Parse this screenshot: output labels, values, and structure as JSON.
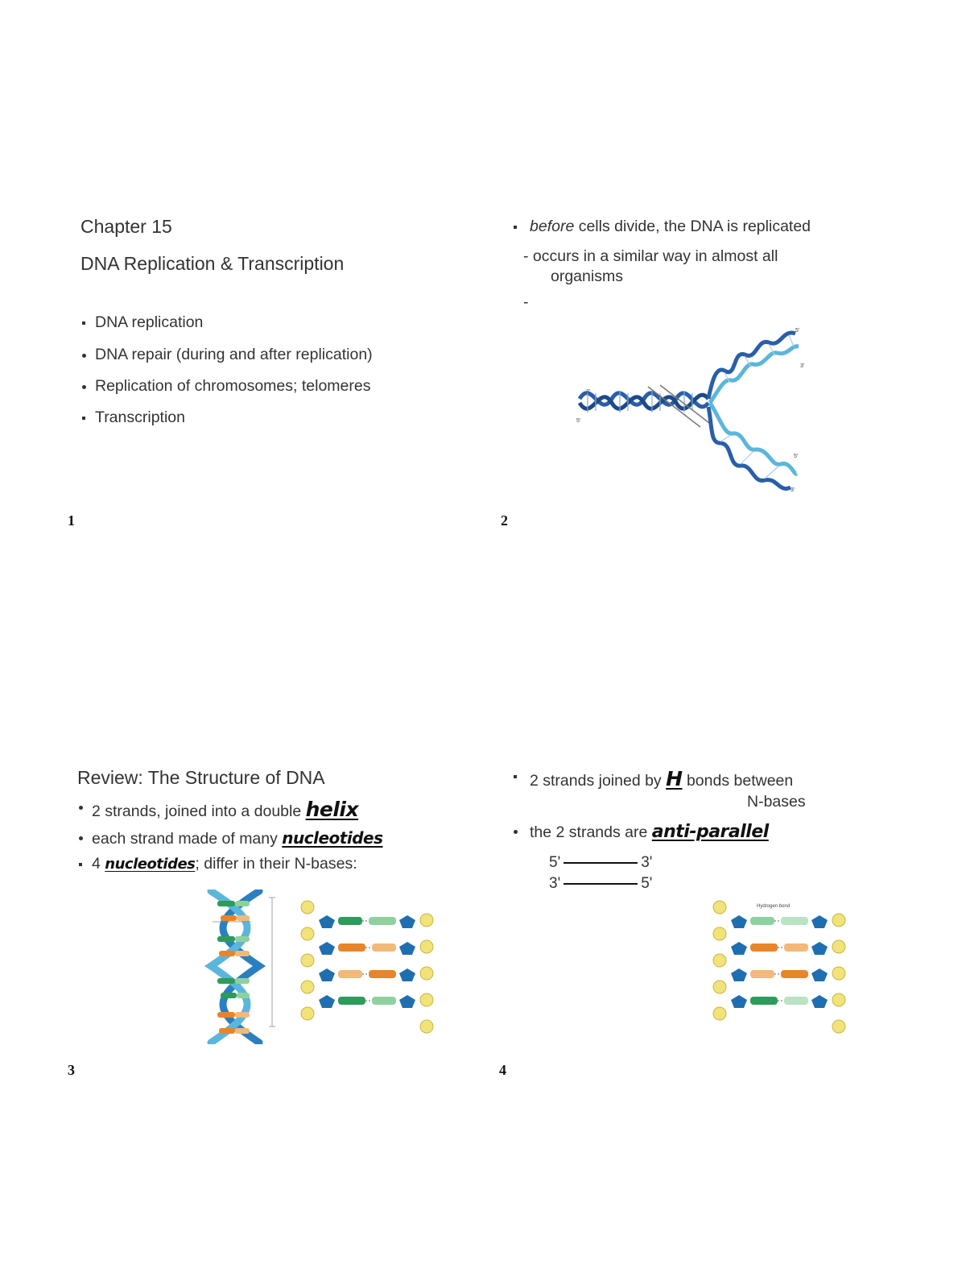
{
  "slides": [
    {
      "number": "1",
      "title": "Chapter 15",
      "subtitle": "DNA Replication & Transcription",
      "bullets": [
        "DNA replication",
        "DNA repair (during and after replication)",
        "Replication of chromosomes; telomeres",
        "Transcription"
      ]
    },
    {
      "number": "2",
      "bullet_italic": "before",
      "bullet_rest": " cells divide, the DNA is replicated",
      "sub1_line1": "- occurs in a similar way in almost all",
      "sub1_line2": "organisms",
      "sub2": "-",
      "figure_labels": [
        "5'",
        "3'",
        "3'",
        "5'",
        "5'",
        "3'"
      ]
    },
    {
      "number": "3",
      "title": "Review: The Structure of DNA",
      "b1_text": "2 strands, joined into a double ",
      "b1_hand": "helix",
      "b2_text": "each strand made of many ",
      "b2_hand": "nucleotides",
      "b3_pre": "4 ",
      "b3_hand": "nucleotides",
      "b3_text": "; differ in their N-bases:"
    },
    {
      "number": "4",
      "b1_text": "2 strands joined by ",
      "b1_hand": "H",
      "b1_rest": " bonds between",
      "b1_line2": "N-bases",
      "b2_text": "the 2 strands are ",
      "b2_hand": "anti-parallel",
      "strand1_left": "5'",
      "strand1_right": "3'",
      "strand2_left": "3'",
      "strand2_right": "5'",
      "figure_title": "Hydrogen bond"
    }
  ],
  "colors": {
    "helix_dark": "#2a5fa8",
    "helix_light": "#5bb6dc",
    "base_green": "#2e9b5a",
    "base_orange": "#e8852a",
    "sugar_blue": "#1f6fb0",
    "phosphate_yellow": "#f1e27a"
  }
}
